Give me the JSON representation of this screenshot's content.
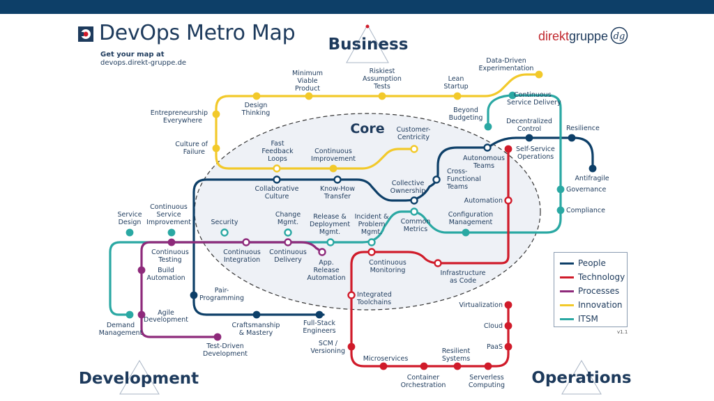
{
  "header": {
    "title": "DevOps Metro Map",
    "get_map": "Get your map at",
    "url": "devops.direkt-gruppe.de",
    "brand_a": "direkt",
    "brand_b": "gruppe"
  },
  "zones": {
    "business": "Business",
    "core": "Core",
    "development": "Development",
    "operations": "Operations"
  },
  "colors": {
    "people": "#0d3f68",
    "technology": "#d01b2a",
    "processes": "#8e2a7b",
    "innovation": "#f2c92a",
    "itsm": "#2aa8a3"
  },
  "legend": [
    "People",
    "Technology",
    "Processes",
    "Innovation",
    "ITSM"
  ],
  "version": "v1.1",
  "stations": {
    "data_driven": [
      "Data-Driven",
      "Experimentation"
    ],
    "riskiest": [
      "Riskiest",
      "Assumption",
      "Tests"
    ],
    "mvp": [
      "Minimum",
      "Viable",
      "Product"
    ],
    "lean_startup": [
      "Lean",
      "Startup"
    ],
    "entrepreneurship": [
      "Entrepreneurship",
      "Everywhere"
    ],
    "design_thinking": [
      "Design",
      "Thinking"
    ],
    "culture_failure": [
      "Culture of",
      "Failure"
    ],
    "fast_feedback": [
      "Fast",
      "Feedback",
      "Loops"
    ],
    "continuous_improvement": [
      "Continuous",
      "Improvement"
    ],
    "customer_centricity": [
      "Customer-",
      "Centricity"
    ],
    "continuous_service_delivery": [
      "Continuous",
      "Service Delivery"
    ],
    "beyond_budgeting": [
      "Beyond",
      "Budgeting"
    ],
    "decentralized_control": [
      "Decentralized",
      "Control"
    ],
    "resilience": [
      "Resilience"
    ],
    "antifragile": [
      "Antifragile"
    ],
    "governance": [
      "Governance"
    ],
    "compliance": [
      "Compliance"
    ],
    "self_service": [
      "Self-Service",
      "Operations"
    ],
    "autonomous_teams": [
      "Autonomous",
      "Teams"
    ],
    "cross_functional": [
      "Cross-",
      "Functional",
      "Teams"
    ],
    "collective_ownership": [
      "Collective",
      "Ownership"
    ],
    "collaborative_culture": [
      "Collaborative",
      "Culture"
    ],
    "know_how": [
      "Know-How",
      "Transfer"
    ],
    "automation": [
      "Automation"
    ],
    "configuration_mgmt": [
      "Configuration",
      "Management"
    ],
    "common_metrics": [
      "Common",
      "Metrics"
    ],
    "incident_problem": [
      "Incident &",
      "Problem",
      "Mgmt."
    ],
    "release_deployment": [
      "Release &",
      "Deployment",
      "Mgmt."
    ],
    "change_mgmt": [
      "Change",
      "Mgmt."
    ],
    "security": [
      "Security"
    ],
    "continuous_service_improvement": [
      "Continuous",
      "Service",
      "Improvement"
    ],
    "service_design": [
      "Service",
      "Design"
    ],
    "continuous_testing": [
      "Continuous",
      "Testing"
    ],
    "continuous_integration": [
      "Continuous",
      "Integration"
    ],
    "continuous_delivery": [
      "Continuous",
      "Delivery"
    ],
    "app_release": [
      "App.",
      "Release",
      "Automation"
    ],
    "continuous_monitoring": [
      "Continuous",
      "Monitoring"
    ],
    "infrastructure_code": [
      "Infrastructure",
      "as Code"
    ],
    "integrated_toolchains": [
      "Integrated",
      "Toolchains"
    ],
    "build_automation": [
      "Build",
      "Automation"
    ],
    "agile_dev": [
      "Agile",
      "Development"
    ],
    "pair_programming": [
      "Pair-",
      "Programming"
    ],
    "demand_mgmt": [
      "Demand",
      "Management"
    ],
    "craftsmanship": [
      "Craftsmanship",
      "& Mastery"
    ],
    "fullstack": [
      "Full-Stack",
      "Engineers"
    ],
    "scm": [
      "SCM /",
      "Versioning"
    ],
    "test_driven": [
      "Test-Driven",
      "Development"
    ],
    "microservices": [
      "Microservices"
    ],
    "container": [
      "Container",
      "Orchestration"
    ],
    "resilient_systems": [
      "Resilient",
      "Systems"
    ],
    "serverless": [
      "Serverless",
      "Computing"
    ],
    "virtualization": [
      "Virtualization"
    ],
    "cloud": [
      "Cloud"
    ],
    "paas": [
      "PaaS"
    ]
  }
}
